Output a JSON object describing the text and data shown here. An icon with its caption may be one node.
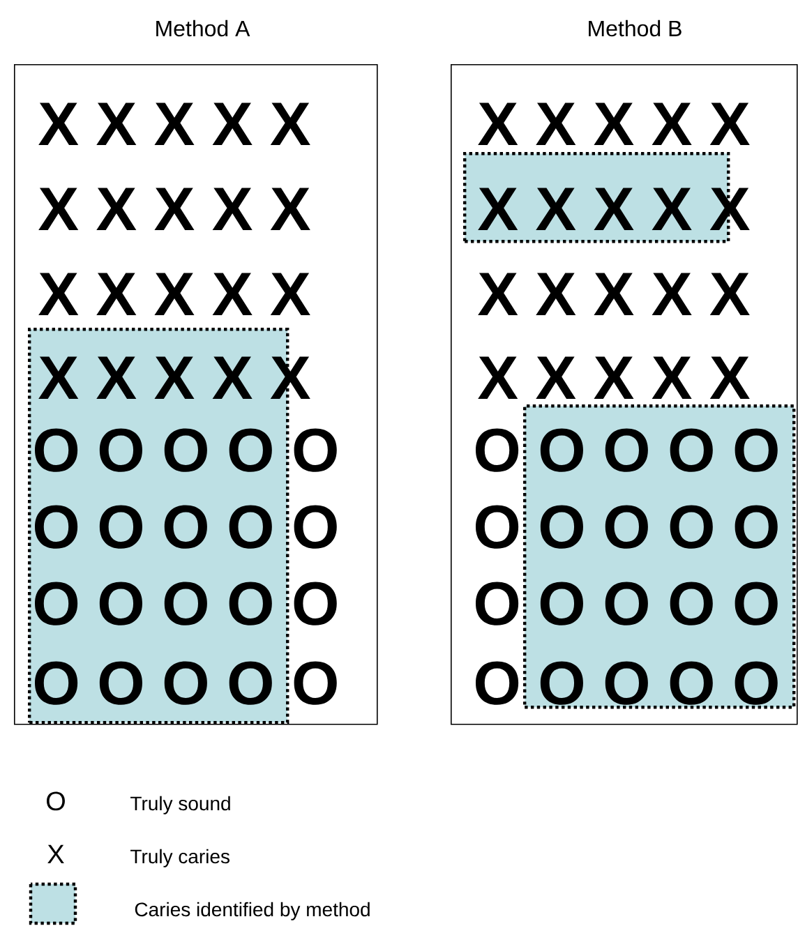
{
  "diagram": {
    "nodes": [
      {
        "text": [
          "Method A"
        ]
      },
      {
        "text": [
          "Method B"
        ]
      },
      {
        "text": [],
        "shape": "box",
        "in": 0
      },
      {
        "text": [],
        "shape": "box",
        "in": 1
      },
      {
        "text": [],
        "shape": "box",
        "in": 1
      }
    ],
    "labels": [
      "X X X X X",
      "X X X X X",
      "X X X X X",
      "X X X X X",
      "O O O O O",
      "O O O O O",
      "O O O O O",
      "O O O O O",
      "X X X X X",
      "X X X X X",
      "X X X X X",
      "X X X X X",
      "O O O O O",
      "O O O O O",
      "O O O O O",
      "O O O O O",
      "O",
      "X"
    ],
    "legend": [
      {
        "text": "Truly sound"
      },
      {
        "text": "Truly caries"
      },
      {
        "text": "Caries identified by method",
        "color": "#bde0e4"
      }
    ]
  }
}
